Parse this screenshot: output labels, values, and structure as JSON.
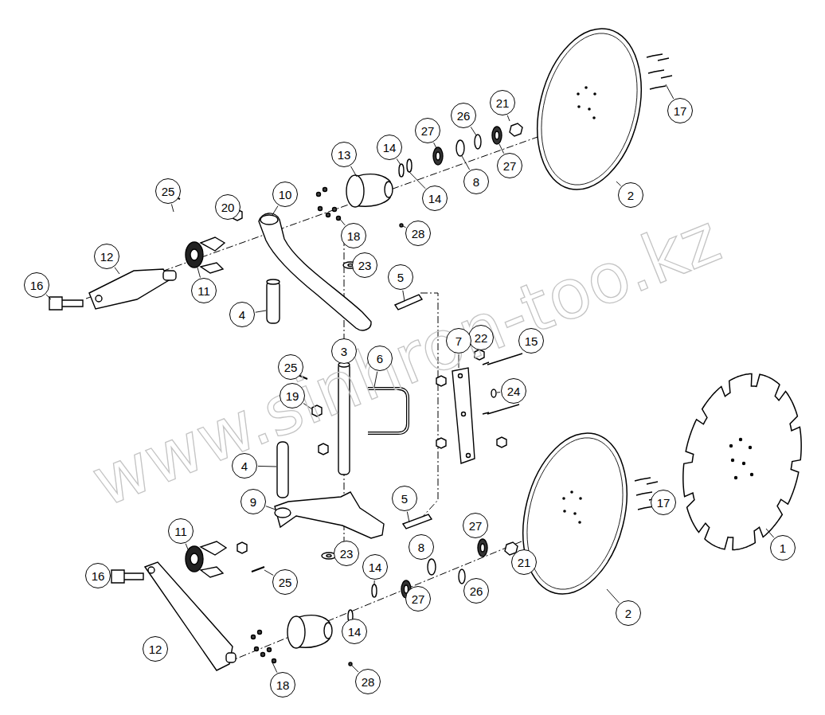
{
  "diagram": {
    "nodes": [
      {
        "text": [
          "21"
        ]
      },
      {
        "text": [
          "17"
        ]
      },
      {
        "text": [
          "26"
        ]
      },
      {
        "text": [
          "27"
        ]
      },
      {
        "text": [
          "14"
        ]
      },
      {
        "text": [
          "13"
        ]
      },
      {
        "text": [
          "27"
        ]
      },
      {
        "text": [
          "8"
        ]
      },
      {
        "text": [
          "25"
        ]
      },
      {
        "text": [
          "10"
        ]
      },
      {
        "text": [
          "2"
        ]
      },
      {
        "text": [
          "14"
        ]
      },
      {
        "text": [
          "20"
        ]
      },
      {
        "text": [
          "28"
        ]
      },
      {
        "text": [
          "18"
        ]
      },
      {
        "text": [
          "12"
        ]
      },
      {
        "text": [
          "23"
        ]
      },
      {
        "text": [
          "5"
        ]
      },
      {
        "text": [
          "16"
        ]
      },
      {
        "text": [
          "11"
        ]
      },
      {
        "text": [
          "4"
        ]
      },
      {
        "text": [
          "22"
        ]
      },
      {
        "text": [
          "7"
        ]
      },
      {
        "text": [
          "15"
        ]
      },
      {
        "text": [
          "3"
        ]
      },
      {
        "text": [
          "6"
        ]
      },
      {
        "text": [
          "25"
        ]
      },
      {
        "text": [
          "24"
        ]
      },
      {
        "text": [
          "19"
        ]
      },
      {
        "text": [
          "4"
        ]
      },
      {
        "text": [
          "5"
        ]
      },
      {
        "text": [
          "9"
        ]
      },
      {
        "text": [
          "17"
        ]
      },
      {
        "text": [
          "27"
        ]
      },
      {
        "text": [
          "11"
        ]
      },
      {
        "text": [
          "1"
        ]
      },
      {
        "text": [
          "8"
        ]
      },
      {
        "text": [
          "23"
        ]
      },
      {
        "text": [
          "21"
        ]
      },
      {
        "text": [
          "14"
        ]
      },
      {
        "text": [
          "16"
        ]
      },
      {
        "text": [
          "25"
        ]
      },
      {
        "text": [
          "26"
        ]
      },
      {
        "text": [
          "27"
        ]
      },
      {
        "text": [
          "2"
        ]
      },
      {
        "text": [
          "14"
        ]
      },
      {
        "text": [
          "12"
        ]
      },
      {
        "text": [
          "28"
        ]
      },
      {
        "text": [
          "18"
        ]
      }
    ],
    "labels": [
      "www.sinhron-too.kz"
    ]
  }
}
